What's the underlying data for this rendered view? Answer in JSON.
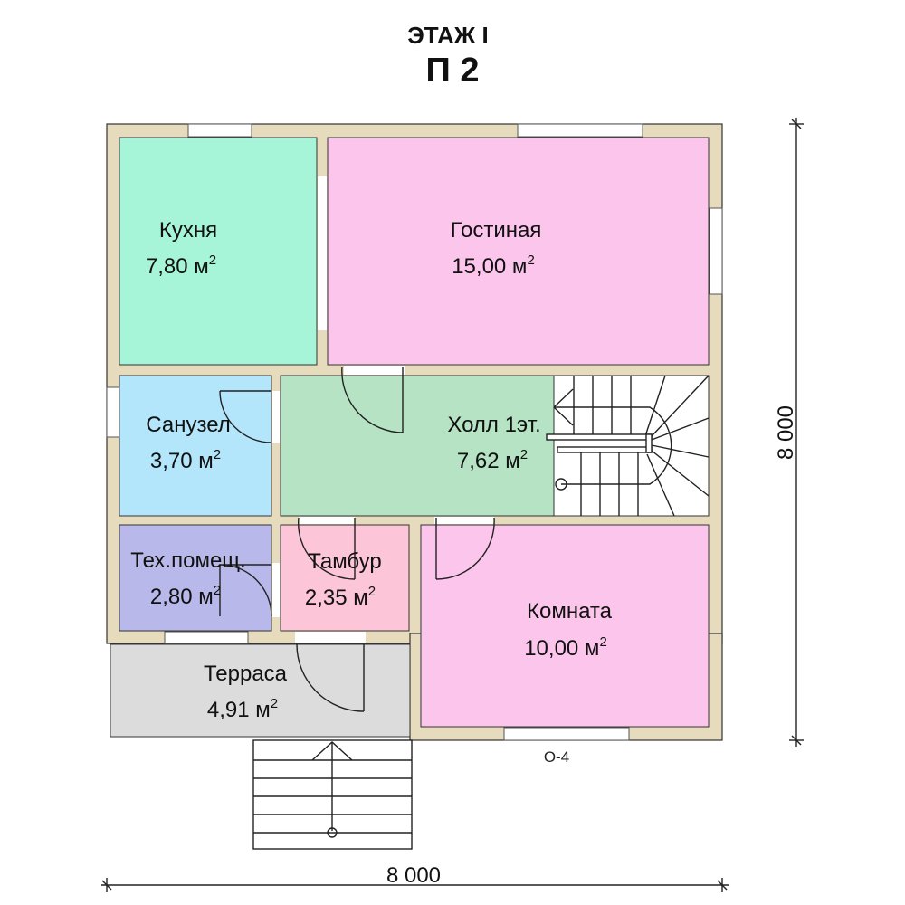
{
  "header": {
    "floor": "ЭТАЖ I",
    "project": "П 2"
  },
  "rooms": [
    {
      "name": "Кухня",
      "area": "7,80 м",
      "color": "#a6f5d8"
    },
    {
      "name": "Гостиная",
      "area": "15,00 м",
      "color": "#fcc5ec"
    },
    {
      "name": "Санузел",
      "area": "3,70 м",
      "color": "#b3e5fb"
    },
    {
      "name": "Холл 1эт.",
      "area": "7,62 м",
      "color": "#b5e3c3"
    },
    {
      "name": "Тех.помещ.",
      "area": "2,80 м",
      "color": "#b8b8ea"
    },
    {
      "name": "Тамбур",
      "area": "2,35 м",
      "color": "#fcc5d8"
    },
    {
      "name": "Терраса",
      "area": "4,91 м",
      "color": "#dcdcdc"
    },
    {
      "name": "Комната",
      "area": "10,00 м",
      "color": "#fcc5ec"
    }
  ],
  "area_unit_sup": "2",
  "dimensions": {
    "width": "8 000",
    "height": "8 000"
  },
  "window_label": "О-4",
  "colors": {
    "wall": "#e6dbbd"
  }
}
